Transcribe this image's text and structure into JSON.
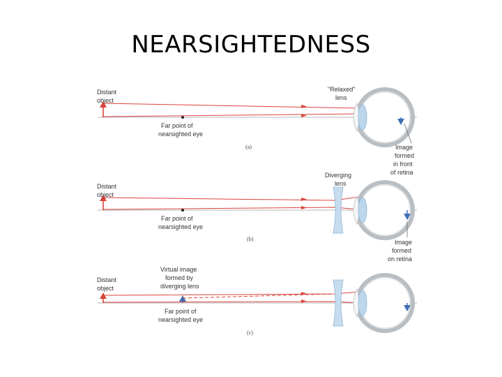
{
  "title": "NEARSIGHTEDNESS",
  "panels": [
    {
      "id": "a",
      "caption": "(a)",
      "object_label": [
        "Distant",
        "object"
      ],
      "far_point_label": [
        "Far point of",
        "nearsighted eye"
      ],
      "lens_label": [
        "\"Relaxed\"",
        "lens"
      ],
      "image_label": [
        "Image",
        "formed",
        "in front",
        "of retina"
      ]
    },
    {
      "id": "b",
      "caption": "(b)",
      "object_label": [
        "Distant",
        "object"
      ],
      "far_point_label": [
        "Far point of",
        "nearsighted eye"
      ],
      "lens_label": [
        "Diverging",
        "lens"
      ],
      "image_label": [
        "Image",
        "formed",
        "on retina"
      ]
    },
    {
      "id": "c",
      "caption": "(c)",
      "object_label": [
        "Distant",
        "object"
      ],
      "virtual_image_label": [
        "Virtual image",
        "formed by",
        "diverging lens"
      ],
      "far_point_label": [
        "Far point of",
        "nearsighted eye"
      ]
    }
  ],
  "colors": {
    "ray": "#d9433b",
    "object_arrow": "#d9433b",
    "image_arrow": "#3f6fb5",
    "axis": "#b7b7b7",
    "lens_fill": "#bcd7ec",
    "eye_outline": "#b9bec3"
  }
}
